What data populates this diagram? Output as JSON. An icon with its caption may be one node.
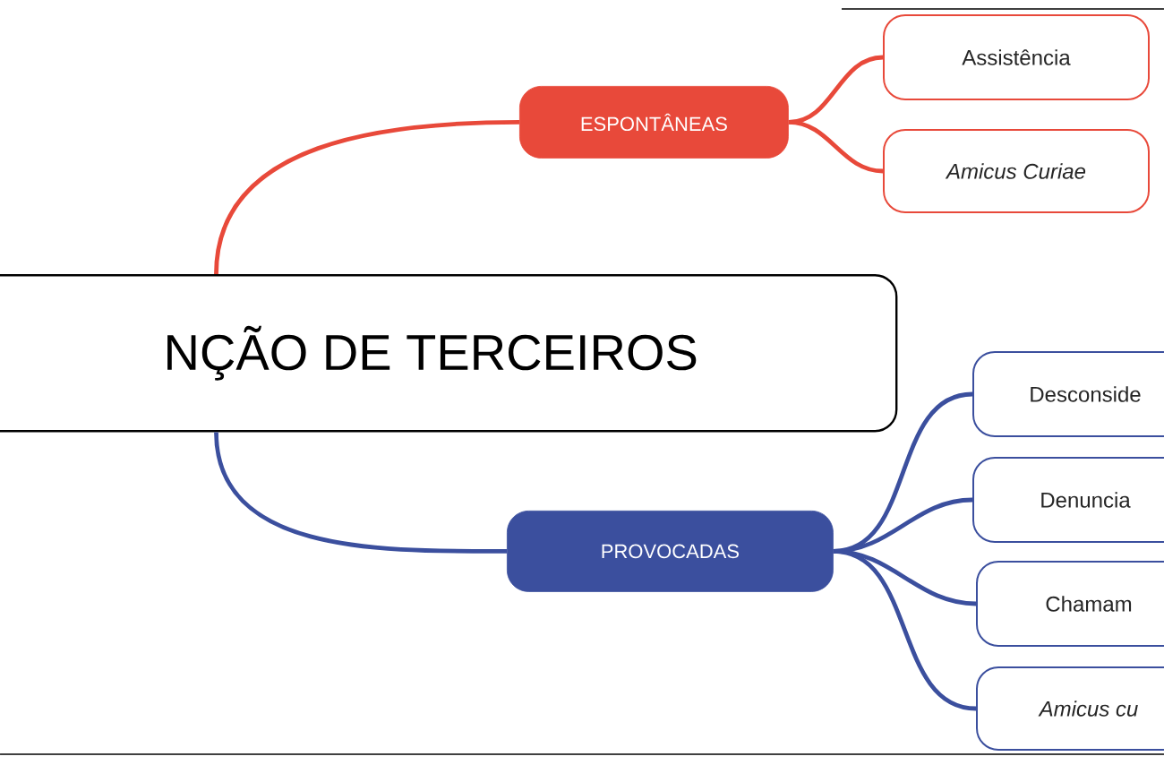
{
  "diagram": {
    "nodes": [
      {
        "text": [
          "NÇÃO DE TERCEIROS"
        ]
      },
      {
        "text": [
          "ESPONTÂNEAS"
        ]
      },
      {
        "text": [
          "Assistência"
        ]
      },
      {
        "text": [
          "Amicus Curiae"
        ]
      },
      {
        "text": [
          "PROVOCADAS"
        ]
      },
      {
        "text": [
          "Desconside"
        ]
      },
      {
        "text": [
          "Denuncia"
        ]
      },
      {
        "text": [
          "Chamam"
        ]
      },
      {
        "text": [
          "Amicus cu"
        ]
      }
    ],
    "edges": [
      {
        "from": 0,
        "to": 1,
        "arrow": "none",
        "color": "#e8493a"
      },
      {
        "from": 1,
        "to": 2,
        "arrow": "none",
        "color": "#e8493a"
      },
      {
        "from": 1,
        "to": 3,
        "arrow": "none",
        "color": "#e8493a"
      },
      {
        "from": 0,
        "to": 4,
        "arrow": "none"
      },
      {
        "from": 4,
        "to": 5,
        "arrow": "none"
      },
      {
        "from": 4,
        "to": 6,
        "arrow": "none"
      },
      {
        "from": 4,
        "to": 7,
        "arrow": "none"
      },
      {
        "from": 4,
        "to": 8,
        "arrow": "none"
      }
    ]
  }
}
